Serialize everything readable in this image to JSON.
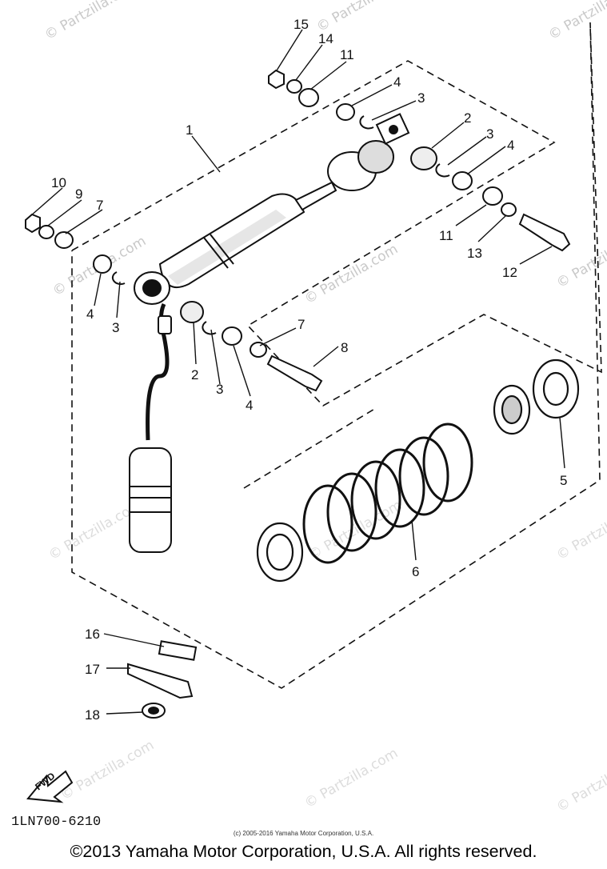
{
  "diagram": {
    "part_code": "1LN700-6210",
    "fwd_label": "FWD",
    "source_copyright": "(c) 2005-2016 Yamaha Motor Corporation, U.S.A.",
    "footer_copyright": "©2013 Yamaha Motor Corporation, U.S.A. All rights reserved.",
    "watermark": "© Partzilla.com",
    "callouts": {
      "c15": "15",
      "c14": "14",
      "c11a": "11",
      "c4a": "4",
      "c3a": "3",
      "c1": "1",
      "c2a": "2",
      "c3b": "3",
      "c4b": "4",
      "c10": "10",
      "c9": "9",
      "c7a": "7",
      "c11b": "11",
      "c13": "13",
      "c12": "12",
      "c4c": "4",
      "c3c": "3",
      "c7b": "7",
      "c8": "8",
      "c2b": "2",
      "c3d": "3",
      "c4d": "4",
      "c5": "5",
      "c6": "6",
      "c16": "16",
      "c17": "17",
      "c18": "18"
    }
  }
}
